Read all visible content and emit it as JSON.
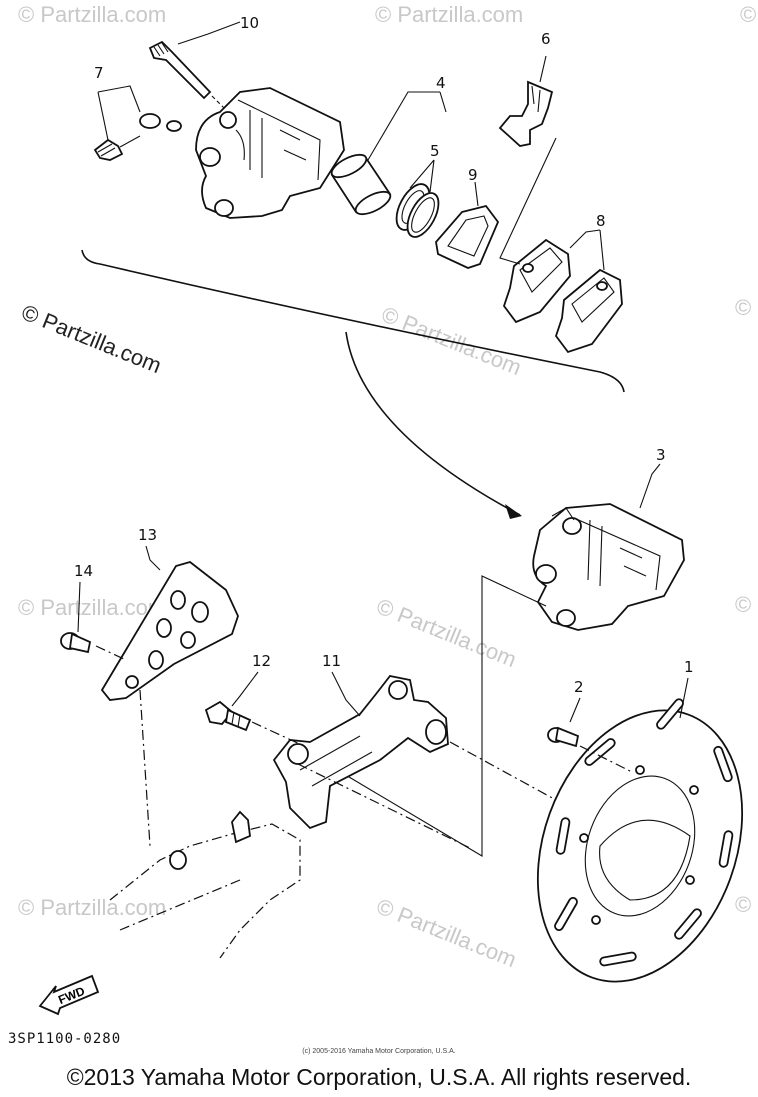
{
  "diagram": {
    "code": "3SP1100-0280",
    "small_copyright": "(c) 2005-2016 Yamaha Motor Corporation, U.S.A.",
    "copyright": "©2013 Yamaha Motor Corporation, U.S.A. All rights reserved.",
    "watermark": "© Partzilla.com",
    "fwd_label": "FWD",
    "callouts": [
      {
        "id": "1",
        "label": "1"
      },
      {
        "id": "2",
        "label": "2"
      },
      {
        "id": "3",
        "label": "3"
      },
      {
        "id": "4",
        "label": "4"
      },
      {
        "id": "5",
        "label": "5"
      },
      {
        "id": "6",
        "label": "6"
      },
      {
        "id": "7",
        "label": "7"
      },
      {
        "id": "8",
        "label": "8"
      },
      {
        "id": "9",
        "label": "9"
      },
      {
        "id": "10",
        "label": "10"
      },
      {
        "id": "11",
        "label": "11"
      },
      {
        "id": "12",
        "label": "12"
      },
      {
        "id": "13",
        "label": "13"
      },
      {
        "id": "14",
        "label": "14"
      }
    ]
  }
}
